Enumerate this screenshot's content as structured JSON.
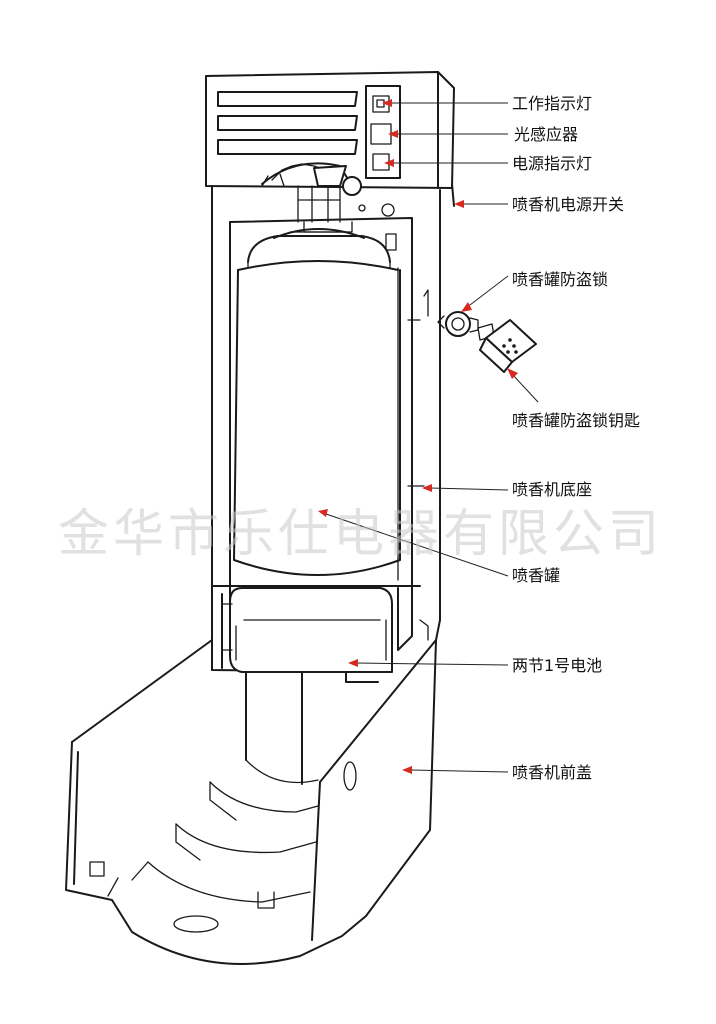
{
  "labels": {
    "work_indicator": "工作指示灯",
    "light_sensor": "光感应器",
    "power_indicator": "电源指示灯",
    "power_switch": "喷香机电源开关",
    "can_lock": "喷香罐防盗锁",
    "lock_key": "喷香罐防盗锁钥匙",
    "base": "喷香机底座",
    "aerosol_can": "喷香罐",
    "batteries": "两节1号电池",
    "front_cover": "喷香机前盖"
  },
  "watermark": "金华市乐仕电器有限公司",
  "colors": {
    "arrow": "#d42a20",
    "line": "#1a1a1a",
    "watermark": "#c9c9c9"
  }
}
